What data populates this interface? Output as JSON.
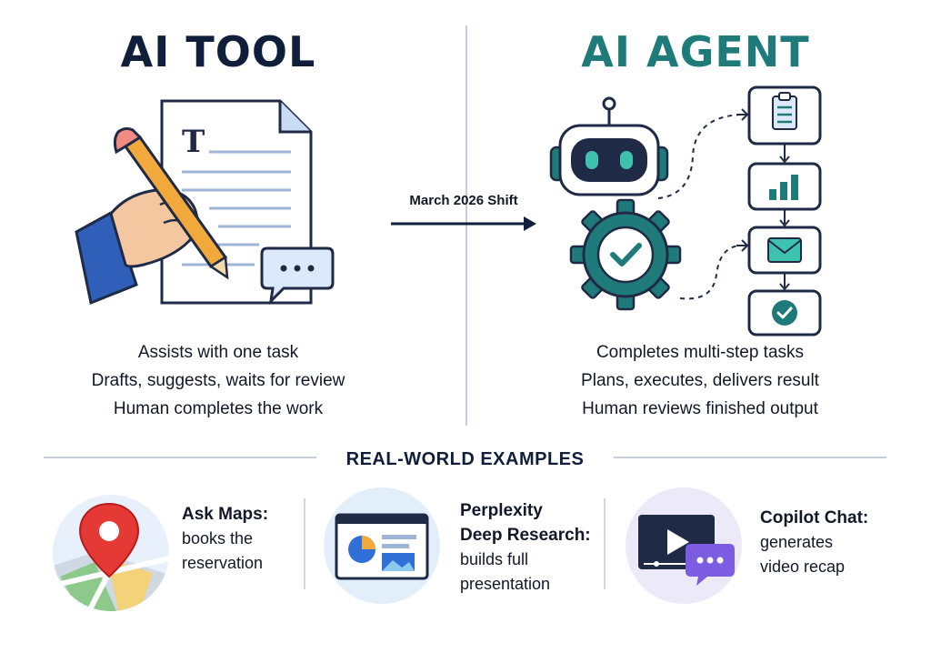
{
  "left_panel": {
    "title": "AI TOOL",
    "features": [
      "Assists with one task",
      "Drafts, suggests, waits for review",
      "Human completes the work"
    ]
  },
  "right_panel": {
    "title": "AI AGENT",
    "features": [
      "Completes multi-step tasks",
      "Plans, executes, delivers result",
      "Human reviews finished output"
    ]
  },
  "transition": {
    "label": "March 2026 Shift"
  },
  "examples_section": {
    "title": "REAL-WORLD EXAMPLES",
    "items": [
      {
        "title": "Ask Maps:",
        "description_lines": [
          "books the",
          "reservation"
        ],
        "icon": "map-pin-icon"
      },
      {
        "title_lines": [
          "Perplexity",
          "Deep Research:"
        ],
        "description_lines": [
          "builds full",
          "presentation"
        ],
        "icon": "presentation-chart-icon"
      },
      {
        "title": "Copilot Chat:",
        "description_lines": [
          "generates",
          "video recap"
        ],
        "icon": "video-chat-icon"
      }
    ]
  },
  "colors": {
    "navy": "#0f1e3a",
    "teal": "#1f7a7a",
    "accent_orange": "#f2a93b",
    "map_red": "#e53935",
    "purple": "#7c5ce0"
  }
}
